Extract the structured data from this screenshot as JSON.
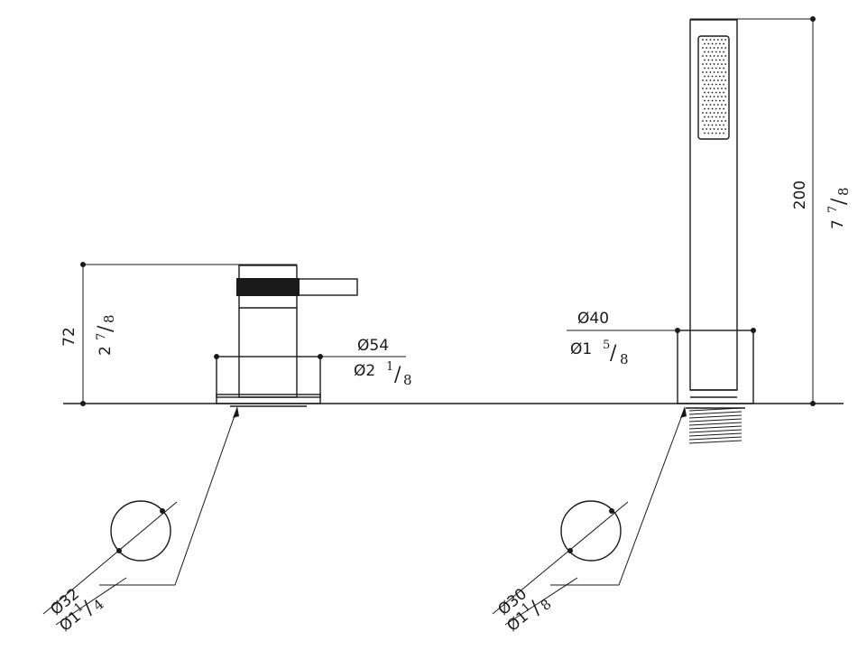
{
  "left_fitting": {
    "height_mm": "72",
    "height_in": "2",
    "height_in_frac": [
      "7",
      "8"
    ],
    "diameter_mm": "Ø54",
    "diameter_in": "Ø2",
    "diameter_in_frac": [
      "1",
      "8"
    ],
    "hole_mm": "Ø32",
    "hole_in": "Ø1",
    "hole_in_frac": [
      "1",
      "4"
    ]
  },
  "right_fitting": {
    "height_mm": "200",
    "height_in": "7",
    "height_in_frac": [
      "7",
      "8"
    ],
    "diameter_mm": "Ø40",
    "diameter_in": "Ø1",
    "diameter_in_frac": [
      "5",
      "8"
    ],
    "hole_mm": "Ø30",
    "hole_in": "Ø1",
    "hole_in_frac": [
      "1",
      "8"
    ]
  }
}
